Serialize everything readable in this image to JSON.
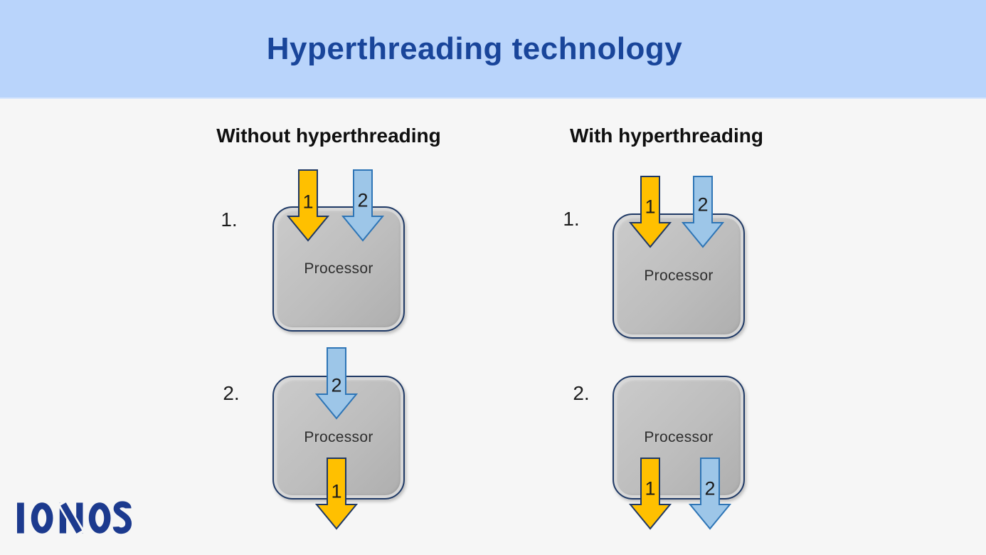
{
  "title": "Hyperthreading technology",
  "logo": {
    "text": "IONOS"
  },
  "colors": {
    "header_bg": "#b9d4fb",
    "title_text": "#19459a",
    "page_bg": "#f6f6f6",
    "thread1_fill": "#ffc000",
    "thread1_border": "#1f3864",
    "thread2_fill": "#9dc6e8",
    "thread2_border": "#2e75b6",
    "processor_fill": "#bdbdbd",
    "processor_border": "#203a66",
    "logo_color": "#1c3a8e"
  },
  "columns": [
    {
      "heading": "Without hyperthreading",
      "scenarios": [
        {
          "index_label": "1.",
          "processor_label": "Processor",
          "arrows": [
            {
              "thread": "1",
              "color_name": "orange",
              "direction": "into-processor-top"
            },
            {
              "thread": "2",
              "color_name": "blue",
              "direction": "into-processor-top"
            }
          ]
        },
        {
          "index_label": "2.",
          "processor_label": "Processor",
          "arrows": [
            {
              "thread": "2",
              "color_name": "blue",
              "direction": "into-processor-top"
            },
            {
              "thread": "1",
              "color_name": "orange",
              "direction": "out-of-processor-bottom"
            }
          ]
        }
      ]
    },
    {
      "heading": "With hyperthreading",
      "scenarios": [
        {
          "index_label": "1.",
          "processor_label": "Processor",
          "arrows": [
            {
              "thread": "1",
              "color_name": "orange",
              "direction": "into-processor-top"
            },
            {
              "thread": "2",
              "color_name": "blue",
              "direction": "into-processor-top"
            }
          ]
        },
        {
          "index_label": "2.",
          "processor_label": "Processor",
          "arrows": [
            {
              "thread": "1",
              "color_name": "orange",
              "direction": "out-of-processor-bottom"
            },
            {
              "thread": "2",
              "color_name": "blue",
              "direction": "out-of-processor-bottom"
            }
          ]
        }
      ]
    }
  ]
}
